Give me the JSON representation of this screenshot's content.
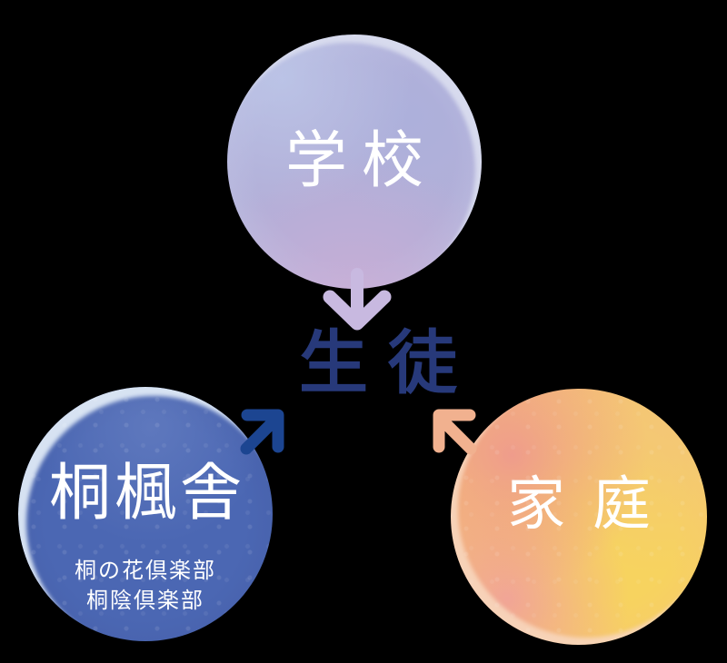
{
  "background_color": "#000000",
  "diagram": {
    "description": "Support relationship diagram: school, tutoring school and family all point toward the student",
    "center_label": {
      "text": "生徒",
      "color": "#27397a"
    },
    "nodes": [
      {
        "id": "school",
        "label": "学校",
        "fill": "#b6b3da",
        "rim": "#d9dcee",
        "text_color": "#ffffff"
      },
      {
        "id": "tofusha",
        "label": "桐楓舎",
        "sublines": [
          "桐の花倶楽部",
          "桐陰倶楽部"
        ],
        "fill": "#4a65b1",
        "rim": "#dde8f4",
        "text_color": "#ffffff"
      },
      {
        "id": "family",
        "label": "家庭",
        "fill": "#f5c878",
        "fill_secondary": "#ee9c94",
        "rim": "#f6d6bd",
        "text_color": "#ffffff"
      }
    ],
    "arrows": [
      {
        "id": "school-to-student",
        "direction": "down",
        "color": "#c8b9e0"
      },
      {
        "id": "tofusha-to-student",
        "direction": "up-right",
        "color": "#1c4591"
      },
      {
        "id": "family-to-student",
        "direction": "up-left",
        "color": "#f1b18f"
      }
    ]
  }
}
